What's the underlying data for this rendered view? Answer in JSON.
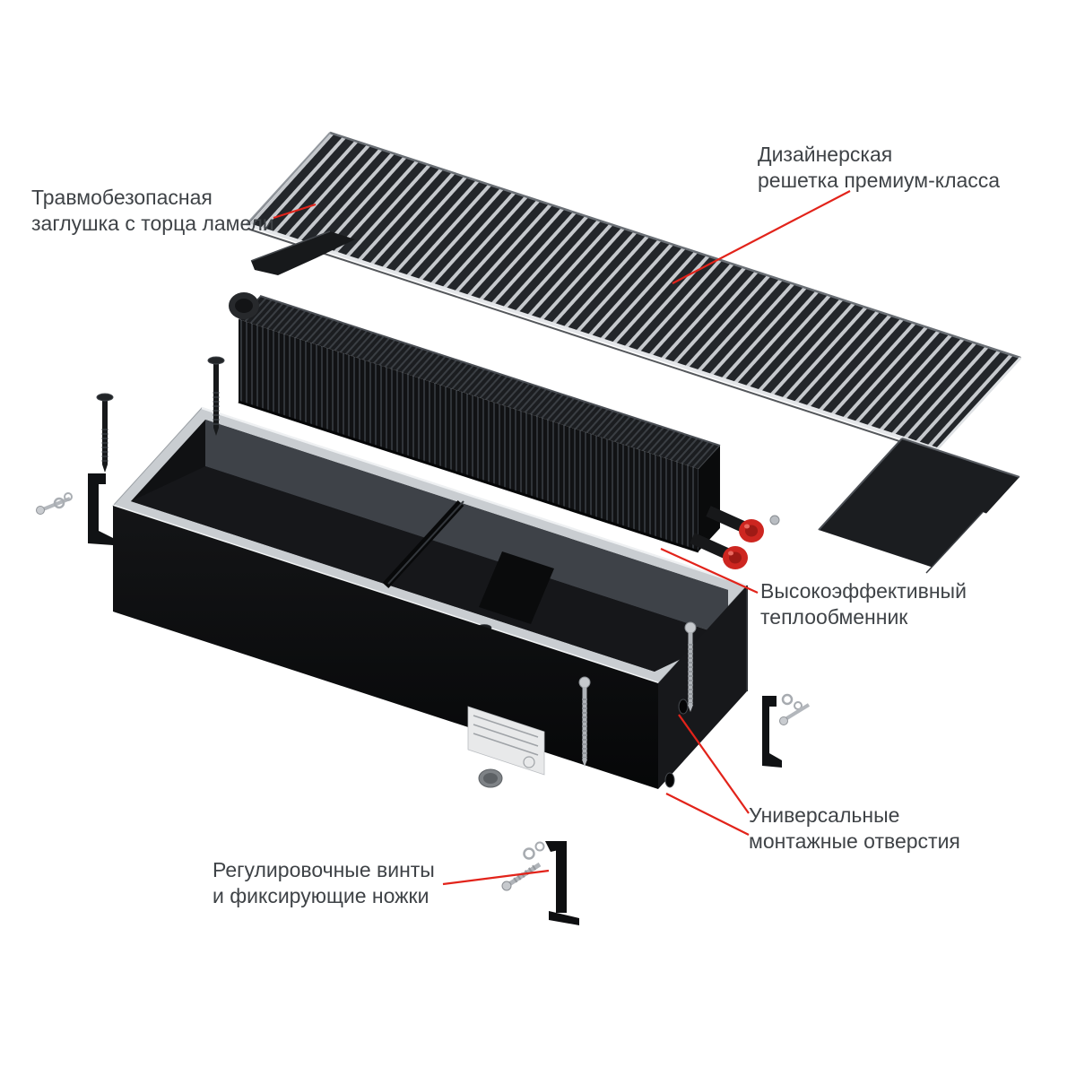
{
  "page": {
    "background": "#ffffff"
  },
  "colors": {
    "accent": "#e2231a",
    "label_text": "#3f4347",
    "part_black": "#141618",
    "metal_silver": "#c9cdd1",
    "valve_cap_red": "#cd2620"
  },
  "annotations": {
    "end_cap": {
      "line1": "Травмобезопасная",
      "line2": "заглушка с торца ламели"
    },
    "grille": {
      "line1": "Дизайнерская",
      "line2": "решетка премиум-класса"
    },
    "heat_exchanger": {
      "line1": "Высокоэффективный",
      "line2": "теплообменник"
    },
    "mounting_holes": {
      "line1": "Универсальные",
      "line2": "монтажные отверстия"
    },
    "adjusters": {
      "line1": "Регулировочные винты",
      "line2": "и фиксирующие ножки"
    }
  }
}
